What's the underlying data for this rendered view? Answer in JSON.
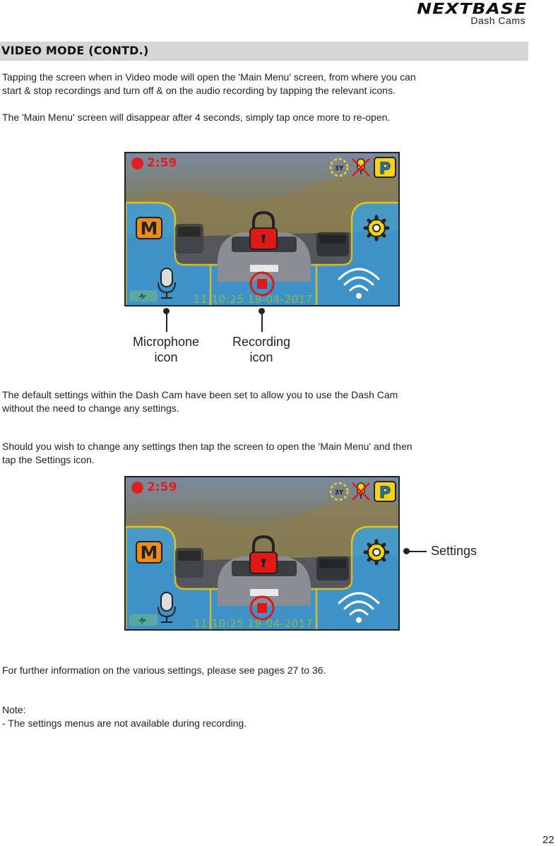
{
  "header": {
    "brand": "NEXTBASE",
    "sub": "Dash Cams",
    "section_title": "VIDEO MODE (CONTD.)"
  },
  "paragraphs": {
    "p1_line1": "Tapping the screen when in Video mode will open the 'Main Menu' screen, from where you can",
    "p1_line2": "start & stop recordings and turn off & on the audio recording by tapping the relevant icons.",
    "p2": "The 'Main Menu' screen will disappear after 4 seconds, simply tap once more to re-open.",
    "p3_line1": "The default settings within the Dash Cam have been set to allow you to use the Dash Cam",
    "p3_line2": "without the need to change any settings.",
    "p4_line1": "Should you wish to change any settings then tap the screen to open the 'Main Menu'  and then",
    "p4_line2": "tap the Settings icon.",
    "p5": "For further information on the various settings, please see pages 27 to 36.",
    "note_title": "Note:",
    "note_line": "- The settings menus are not available during recording."
  },
  "screens": [
    {
      "rec_time": "2:59",
      "mode_letter": "M",
      "parking_letter": "P",
      "g_badge": "3Y",
      "timestamp": "11:10:25   19-04-2017"
    },
    {
      "rec_time": "2:59",
      "mode_letter": "M",
      "parking_letter": "P",
      "g_badge": "3Y",
      "timestamp": "11:10:25   19-04-2017"
    }
  ],
  "callouts": {
    "microphone_line1": "Microphone",
    "microphone_line2": "icon",
    "recording_line1": "Recording",
    "recording_line2": "icon",
    "settings": "Settings"
  },
  "page_number": "22",
  "colors": {
    "menu_blue": "#3aa0e0",
    "menu_border": "#f2d21a",
    "record_red": "#e02020",
    "mode_orange": "#f08a1c",
    "parking_yellow": "#f6d214"
  }
}
